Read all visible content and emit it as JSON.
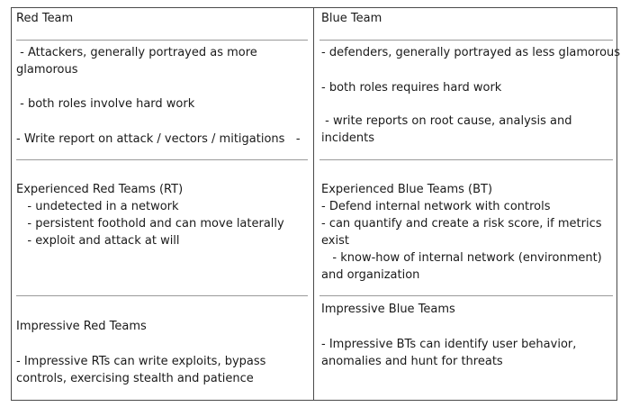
{
  "left": {
    "header": "Red Team",
    "section1": [
      " - Attackers, generally portrayed as more",
      "glamorous",
      "",
      " - both roles involve hard work",
      "",
      "- Write report on attack / vectors / mitigations   -"
    ],
    "section2": [
      "Experienced Red Teams (RT)",
      "   - undetected in a network",
      "   - persistent foothold and can move laterally",
      "   - exploit and attack at will"
    ],
    "section3": [
      "Impressive Red Teams",
      "",
      "- Impressive RTs can write exploits, bypass",
      "controls, exercising stealth and patience"
    ]
  },
  "right": {
    "header": "Blue Team",
    "section1": [
      "- defenders, generally portrayed as less glamorous",
      "",
      "- both roles requires hard work",
      "",
      " - write reports on root cause, analysis and",
      "incidents"
    ],
    "section2": [
      "Experienced Blue Teams (BT)",
      "- Defend internal network with controls",
      "- can quantify and create a risk score, if metrics",
      "exist",
      "   - know-how of internal network (environment)",
      "and organization"
    ],
    "section3": [
      "Impressive Blue Teams",
      "",
      "- Impressive BTs can identify user behavior,",
      "anomalies and hunt for threats"
    ]
  }
}
